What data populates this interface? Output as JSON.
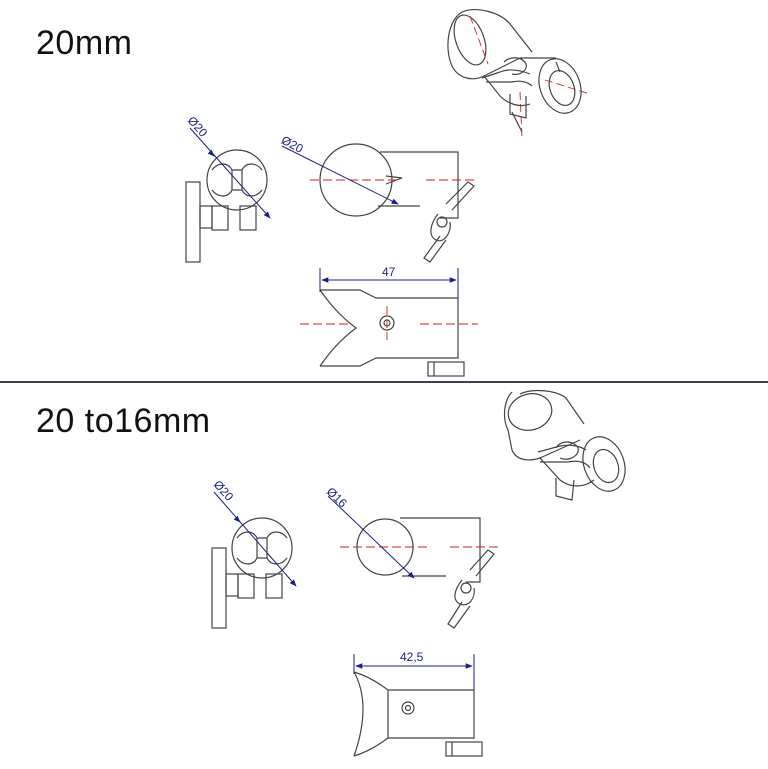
{
  "sections": [
    {
      "title": "20mm",
      "dimensions": {
        "rod_diameter_side": "Ø20",
        "rod_diameter_front": "Ø20",
        "length": "47"
      }
    },
    {
      "title": "20 to16mm",
      "dimensions": {
        "rod_diameter_side": "Ø20",
        "rod_diameter_front": "Ø16",
        "length": "42,5"
      }
    }
  ],
  "colors": {
    "line": "#444444",
    "dimension": "#1a1f8a",
    "centerline": "#d21e1e",
    "divider": "#3a4250"
  }
}
